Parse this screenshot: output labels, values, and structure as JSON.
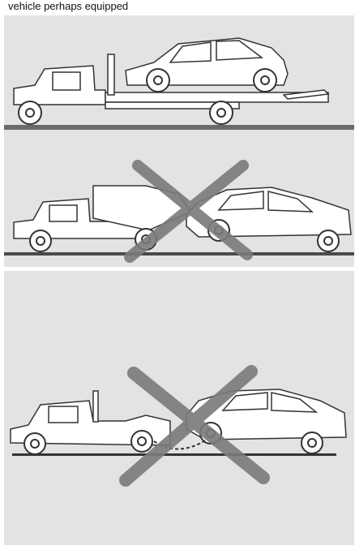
{
  "page": {
    "caption_partial": "vehicle perhaps equipped",
    "background_color": "#e3e3e3",
    "line_color": "#333333",
    "cross_color": "#7a7a7a"
  },
  "illustrations": [
    {
      "id": "flatbed-tow",
      "status": "recommended"
    },
    {
      "id": "wheel-lift-tow-front-raised",
      "status": "prohibited"
    },
    {
      "id": "sling-tow-chain",
      "status": "prohibited"
    }
  ]
}
